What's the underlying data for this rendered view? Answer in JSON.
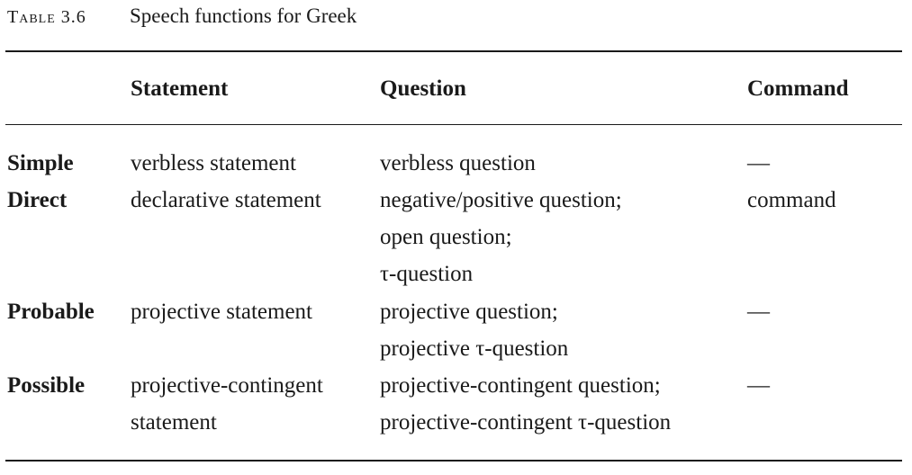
{
  "caption": {
    "label": "Table 3.6",
    "title": "Speech functions for Greek"
  },
  "table": {
    "headers": [
      "",
      "Statement",
      "Question",
      "Command"
    ],
    "rows": [
      {
        "label": "Simple",
        "statement": [
          "verbless statement"
        ],
        "question": [
          "verbless question"
        ],
        "command": [
          "—"
        ]
      },
      {
        "label": "Direct",
        "statement": [
          "declarative statement"
        ],
        "question": [
          "negative/positive question;",
          "open question;",
          "τ-question"
        ],
        "command": [
          "command"
        ]
      },
      {
        "label": "Probable",
        "statement": [
          "projective statement"
        ],
        "question": [
          "projective question;",
          "projective τ-question"
        ],
        "command": [
          "—"
        ]
      },
      {
        "label": "Possible",
        "statement": [
          "projective-contingent",
          "statement"
        ],
        "question": [
          "projective-contingent question;",
          "projective-contingent τ-question"
        ],
        "command": [
          "—"
        ]
      }
    ]
  }
}
